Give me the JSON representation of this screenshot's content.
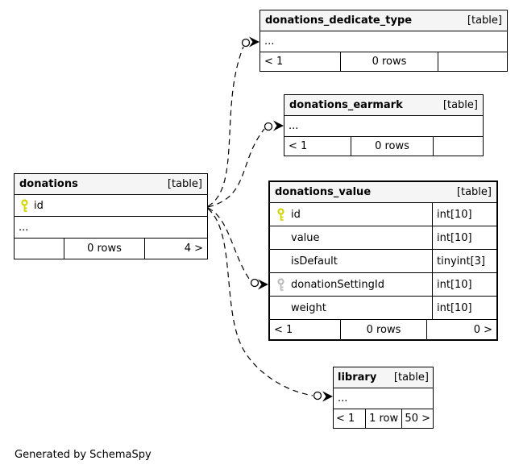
{
  "note": "Generated by SchemaSpy",
  "colors": {
    "primary_key": "#d4d400",
    "foreign_key": "#bcbcbc",
    "header_bg": "#f5f5f5",
    "line": "#000000"
  },
  "tables": {
    "dedicate": {
      "name": "donations_dedicate_type",
      "badge": "[table]",
      "ellipsis": "...",
      "stats": {
        "left": "< 1",
        "center": "0 rows",
        "right": ""
      }
    },
    "earmark": {
      "name": "donations_earmark",
      "badge": "[table]",
      "ellipsis": "...",
      "stats": {
        "left": "< 1",
        "center": "0 rows",
        "right": ""
      }
    },
    "donations": {
      "name": "donations",
      "badge": "[table]",
      "columns": [
        {
          "name": "id",
          "key": "primary"
        }
      ],
      "ellipsis": "...",
      "stats": {
        "left": "",
        "center": "0 rows",
        "right": "4 >"
      }
    },
    "value": {
      "name": "donations_value",
      "badge": "[table]",
      "columns": [
        {
          "name": "id",
          "type": "int[10]",
          "key": "primary"
        },
        {
          "name": "value",
          "type": "int[10]",
          "key": ""
        },
        {
          "name": "isDefault",
          "type": "tinyint[3]",
          "key": ""
        },
        {
          "name": "donationSettingId",
          "type": "int[10]",
          "key": "foreign"
        },
        {
          "name": "weight",
          "type": "int[10]",
          "key": ""
        }
      ],
      "stats": {
        "left": "< 1",
        "center": "0 rows",
        "right": "0 >"
      }
    },
    "library": {
      "name": "library",
      "badge": "[table]",
      "ellipsis": "...",
      "stats": {
        "left": "< 1",
        "center": "1 row",
        "right": "50 >"
      }
    }
  },
  "relationships": [
    {
      "from": "donations.id",
      "to": "donations_dedicate_type"
    },
    {
      "from": "donations.id",
      "to": "donations_earmark"
    },
    {
      "from": "donations.id",
      "to": "donations_value.donationSettingId"
    },
    {
      "from": "donations.id",
      "to": "library"
    }
  ]
}
